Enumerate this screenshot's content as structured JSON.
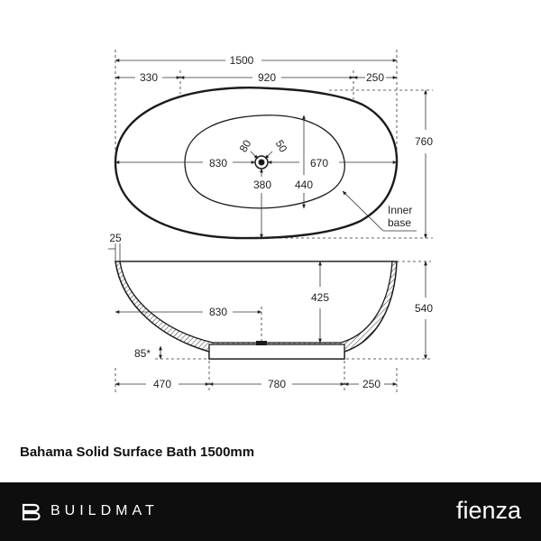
{
  "product": {
    "title": "Bahama Solid Surface Bath 1500mm"
  },
  "dimensions": {
    "overall_length": "1500",
    "left_offset": "330",
    "middle_span": "920",
    "right_offset_top": "250",
    "overall_width": "760",
    "waste_x": "80",
    "waste_y": "50",
    "waste_to_left": "830",
    "waste_to_right": "670",
    "waste_to_front": "380",
    "inner_width": "440",
    "rim_thickness": "25",
    "side_waste_to_left": "830",
    "inner_depth": "425",
    "overall_height": "540",
    "base_angle": "85*",
    "base_left": "470",
    "base_span": "780",
    "base_right": "250"
  },
  "annotations": {
    "inner_base_line1": "Inner",
    "inner_base_line2": "base"
  },
  "brands": {
    "left": "BUILDMAT",
    "right": "fienza"
  },
  "colors": {
    "line": "#1a1a1a",
    "dim_line": "#333333",
    "footer_bg": "#0e0e0e",
    "text_light": "#ffffff"
  }
}
